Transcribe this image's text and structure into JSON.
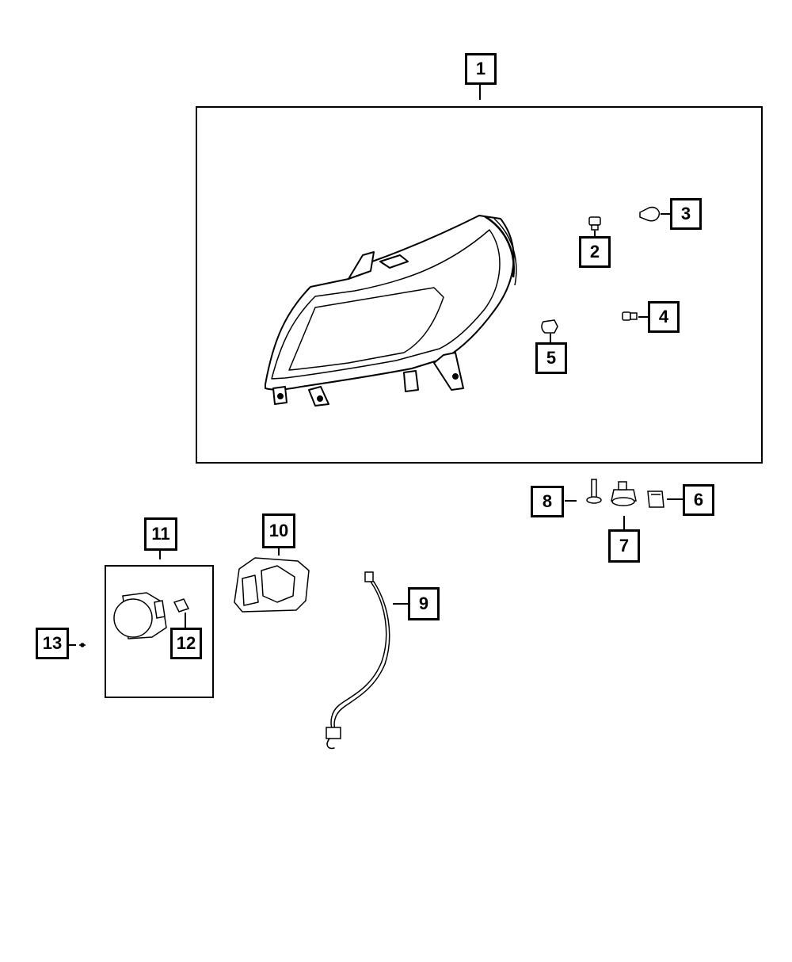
{
  "diagram": {
    "callouts": [
      {
        "id": "1",
        "label": "1"
      },
      {
        "id": "2",
        "label": "2"
      },
      {
        "id": "3",
        "label": "3"
      },
      {
        "id": "4",
        "label": "4"
      },
      {
        "id": "5",
        "label": "5"
      },
      {
        "id": "6",
        "label": "6"
      },
      {
        "id": "7",
        "label": "7"
      },
      {
        "id": "8",
        "label": "8"
      },
      {
        "id": "9",
        "label": "9"
      },
      {
        "id": "10",
        "label": "10"
      },
      {
        "id": "11",
        "label": "11"
      },
      {
        "id": "12",
        "label": "12"
      },
      {
        "id": "13",
        "label": "13"
      }
    ],
    "parts": [
      {
        "callout": "1",
        "icon": "headlamp-assembly-icon"
      },
      {
        "callout": "2",
        "icon": "bulb-wedge-icon"
      },
      {
        "callout": "3",
        "icon": "bulb-icon"
      },
      {
        "callout": "4",
        "icon": "bulb-wedge-icon"
      },
      {
        "callout": "5",
        "icon": "bulb-icon"
      },
      {
        "callout": "6",
        "icon": "clip-icon"
      },
      {
        "callout": "7",
        "icon": "bulb-socket-icon"
      },
      {
        "callout": "8",
        "icon": "bolt-icon"
      },
      {
        "callout": "9",
        "icon": "wiring-harness-icon"
      },
      {
        "callout": "10",
        "icon": "bracket-icon"
      },
      {
        "callout": "11",
        "icon": "fog-lamp-icon"
      },
      {
        "callout": "12",
        "icon": "bulb-icon"
      },
      {
        "callout": "13",
        "icon": "screw-icon"
      }
    ]
  }
}
